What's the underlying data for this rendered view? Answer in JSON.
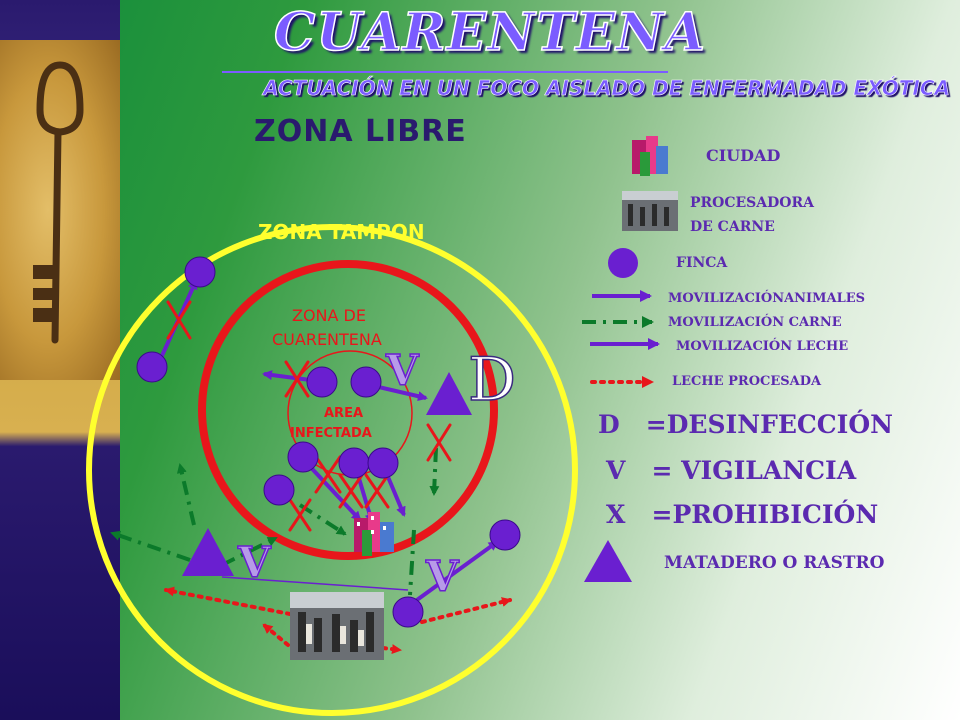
{
  "header": {
    "title": "CUARENTENA",
    "subtitle": "ACTUACIÓN EN UN FOCO AISLADO DE ENFERMADAD EXÓTICA"
  },
  "zones": {
    "libre": "ZONA LIBRE",
    "tampon": "ZONA TAMPON",
    "cuarentena_line1": "ZONA DE",
    "cuarentena_line2": "CUARENTENA",
    "infectada_line1": "AREA",
    "infectada_line2": "INFECTADA"
  },
  "marks": {
    "v": "V",
    "d": "D"
  },
  "legend": {
    "ciudad": "CIUDAD",
    "procesadora_line1": "PROCESADORA",
    "procesadora_line2": "DE CARNE",
    "finca": "FINCA",
    "mov_animales": "MOVILIZACIÓNANIMALES",
    "mov_carne": "MOVILIZACIÓN CARNE",
    "mov_leche": "MOVILIZACIÓN LECHE",
    "leche_procesada": "LECHE PROCESADA",
    "desinfeccion": "D   =DESINFECCIÓN",
    "vigilancia": "V   = VIGILANCIA",
    "prohibicion": "X   =PROHIBICIÓN",
    "matadero": "MATADERO O RASTRO"
  },
  "colors": {
    "purple": "#6a1fd0",
    "red": "#e8161b",
    "yellow": "#ffff2e",
    "green_dash": "#0b7a2a",
    "legend_text": "#5b2ab0",
    "zone_text": "#2a1a6e"
  }
}
